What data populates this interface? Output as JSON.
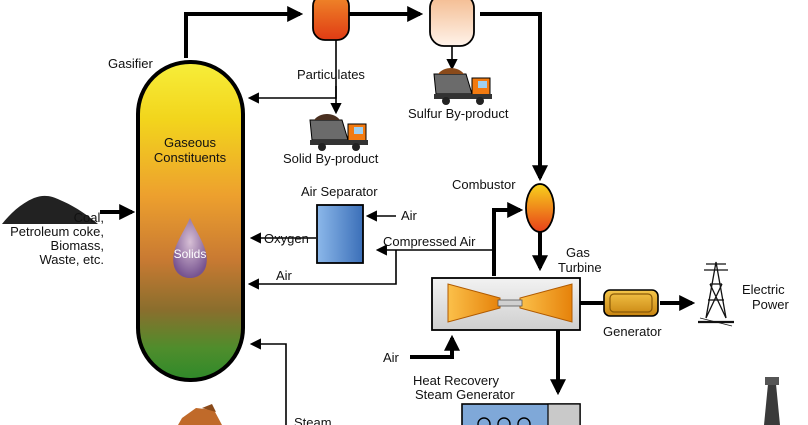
{
  "labels": {
    "gasifier": "Gasifier",
    "particulates": "Particulates",
    "sulfur_byproduct": "Sulfur By-product",
    "gaseous_constituents_line1": "Gaseous",
    "gaseous_constituents_line2": "Constituents",
    "solid_byproduct": "Solid By-product",
    "combustor": "Combustor",
    "air_separator": "Air Separator",
    "air_in_separator": "Air",
    "feed_line1": "Coal,",
    "feed_line2": "Petroleum coke,",
    "feed_line3": "Biomass,",
    "feed_line4": "Waste, etc.",
    "oxygen": "Oxygen",
    "compressed_air": "Compressed Air",
    "solids": "Solids",
    "gas_turbine_line1": "Gas",
    "gas_turbine_line2": "Turbine",
    "air_to_gasifier": "Air",
    "electric_power_line1": "Electric",
    "electric_power_line2": "Power",
    "generator": "Generator",
    "air_turbine_inlet": "Air",
    "hrsg_line1": "Heat Recovery",
    "hrsg_line2": "Steam Generator",
    "steam": "Steam"
  },
  "colors": {
    "gasifier_top": "#f5e21a",
    "gasifier_mid": "#e9902a",
    "gasifier_low": "#9a5a35",
    "gasifier_bottom": "#3f8f2e",
    "cleanup_vessel": "#ee5a1e",
    "sulfur_vessel": "#f6cbaa",
    "combustor": "#f6a51a",
    "air_separator": "#5f96d6",
    "turbine_blade": "#f59a12",
    "generator": "#e2a21c",
    "truck_cab": "#f27a10",
    "coal": "#222222"
  },
  "icons": {
    "truck": "dump-truck-icon",
    "pylon": "power-pylon-icon",
    "stack": "smokestack-icon",
    "coal": "coal-pile-icon"
  }
}
